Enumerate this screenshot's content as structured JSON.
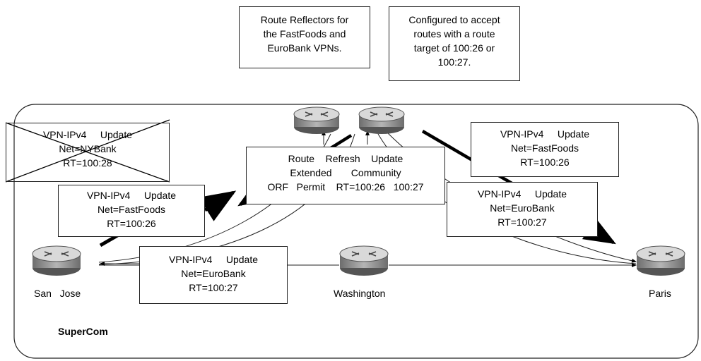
{
  "notes": {
    "reflectors": [
      "Route Reflectors for",
      "the FastFoods and",
      "EuroBank VPNs."
    ],
    "configured": [
      "Configured to accept",
      "routes with a route",
      "target of 100:26 or",
      "100:27."
    ]
  },
  "updates": {
    "nybank": [
      "VPN-IPv4     Update",
      "Net=NYBank",
      "RT=100:28"
    ],
    "fastfoods_left": [
      "VPN-IPv4     Update",
      "Net=FastFoods",
      "RT=100:26"
    ],
    "route_refresh": [
      "Route    Refresh    Update",
      "Extended       Community",
      "ORF   Permit    RT=100:26   100:27"
    ],
    "fastfoods_right": [
      "VPN-IPv4     Update",
      "Net=FastFoods",
      "RT=100:26"
    ],
    "eurobank_right": [
      "VPN-IPv4     Update",
      "Net=EuroBank",
      "RT=100:27"
    ],
    "eurobank_bottom": [
      "VPN-IPv4     Update",
      "Net=EuroBank",
      "RT=100:27"
    ]
  },
  "routers": {
    "san_jose": "San   Jose",
    "washington": "Washington",
    "paris": "Paris"
  },
  "provider": "SuperCom",
  "colors": {
    "router_body": "#8f8f8f",
    "router_top": "#d9d9d9",
    "line": "#000000"
  }
}
